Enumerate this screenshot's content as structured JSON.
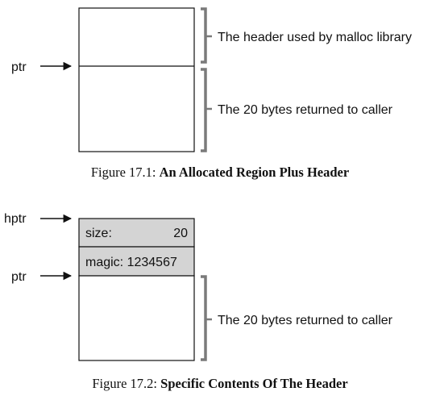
{
  "figure1": {
    "pointer_label": "ptr",
    "header_annotation": "The header used by malloc library",
    "body_annotation": "The 20 bytes returned to caller",
    "caption_prefix": "Figure 17.1: ",
    "caption_title": "An Allocated Region Plus Header"
  },
  "figure2": {
    "header_pointer_label": "hptr",
    "pointer_label": "ptr",
    "size_label": "size:",
    "size_value": "20",
    "magic_label": "magic: 1234567",
    "body_annotation": "The 20 bytes returned to caller",
    "caption_prefix": "Figure 17.2: ",
    "caption_title": "Specific Contents Of The Header"
  },
  "colors": {
    "header_fill": "#d4d4d4",
    "bracket": "#7a7a7a",
    "stroke": "#111111"
  }
}
